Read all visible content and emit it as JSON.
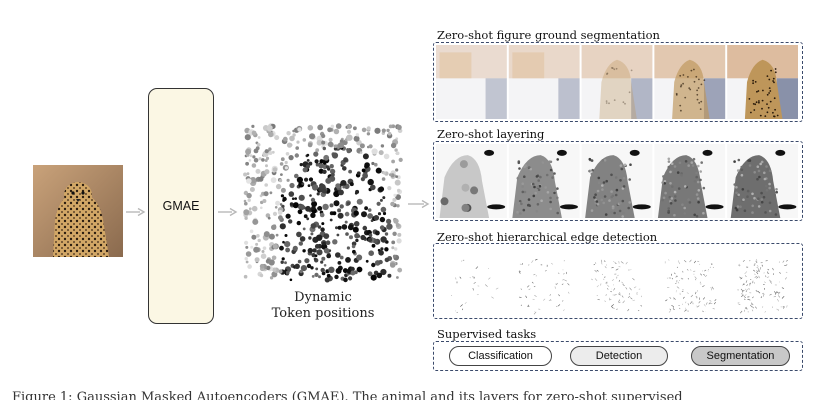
{
  "encoder": {
    "label": "GMAE"
  },
  "token_caption": {
    "line1": "Dynamic",
    "line2": "Token positions"
  },
  "sections": {
    "segmentation": {
      "title": "Zero-shot figure ground segmentation"
    },
    "layering": {
      "title": "Zero-shot layering"
    },
    "edges": {
      "title": "Zero-shot hierarchical edge detection"
    },
    "supervised": {
      "title": "Supervised tasks",
      "tasks": [
        "Classification",
        "Detection",
        "Segmentation"
      ]
    }
  },
  "figure_caption": "Figure 1: Gaussian Masked Autoencoders (GMAE). The animal and its layers for zero-shot supervised",
  "colors": {
    "panel_border": "#3b4a6b",
    "gmae_fill": "#fbf7e4",
    "arrow": "#b8b8b8",
    "pill_fills": [
      "#ffffff",
      "#ececec",
      "#c8c8c8"
    ]
  }
}
